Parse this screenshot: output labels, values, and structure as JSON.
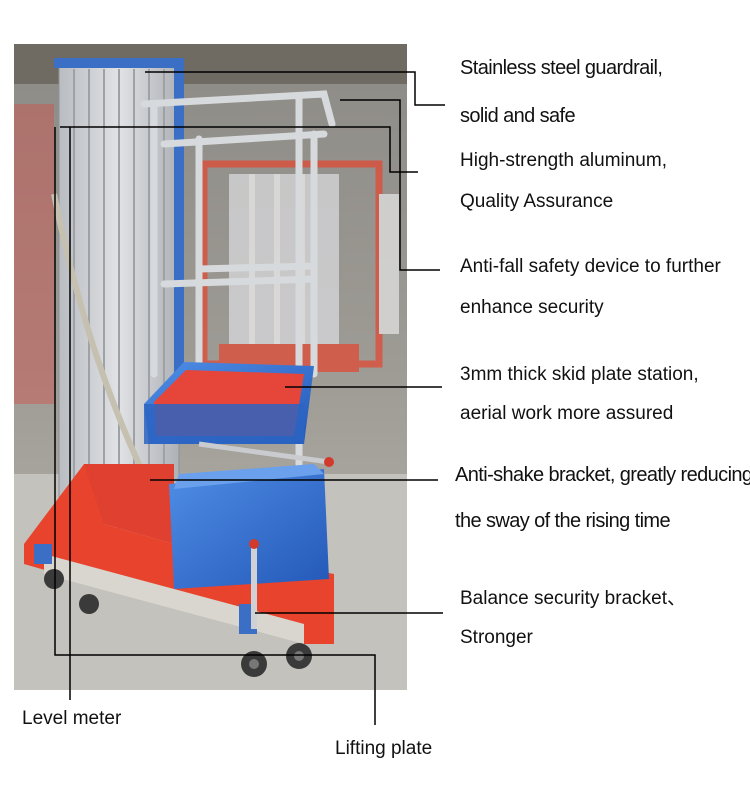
{
  "callouts": [
    {
      "lines": [
        "Stainless steel guardrail,",
        "solid and safe"
      ]
    },
    {
      "lines": [
        "High-strength aluminum,",
        "Quality Assurance"
      ]
    },
    {
      "lines": [
        "Anti-fall safety device to further",
        "enhance security"
      ]
    },
    {
      "lines": [
        "3mm thick skid plate station,",
        "aerial work more assured"
      ]
    },
    {
      "lines": [
        "Anti-shake bracket, greatly reducing",
        "the sway of the rising time"
      ]
    },
    {
      "lines": [
        "Balance security bracket、",
        "Stronger"
      ]
    }
  ],
  "bottom_labels": {
    "level_meter": "Level meter",
    "lifting_plate": "Lifting plate"
  },
  "colors": {
    "frame_red": "#e8432c",
    "platform_blue": "#2f6fd0",
    "aluminum": "#c9ccd1",
    "steel": "#d9dcdf"
  }
}
